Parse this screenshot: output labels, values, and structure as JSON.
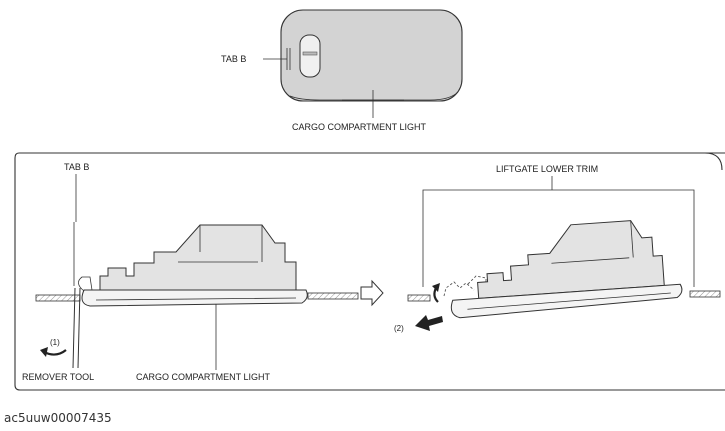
{
  "top_view": {
    "tab_label": "TAB B",
    "light_label": "CARGO COMPARTMENT LIGHT"
  },
  "detail_view": {
    "left": {
      "tab_label": "TAB B",
      "step_1": "(1)",
      "tool_label": "REMOVER TOOL",
      "light_label": "CARGO COMPARTMENT LIGHT"
    },
    "right": {
      "trim_label": "LIFTGATE LOWER TRIM",
      "step_2": "(2)"
    }
  },
  "image_id": "ac5uuw00007435"
}
